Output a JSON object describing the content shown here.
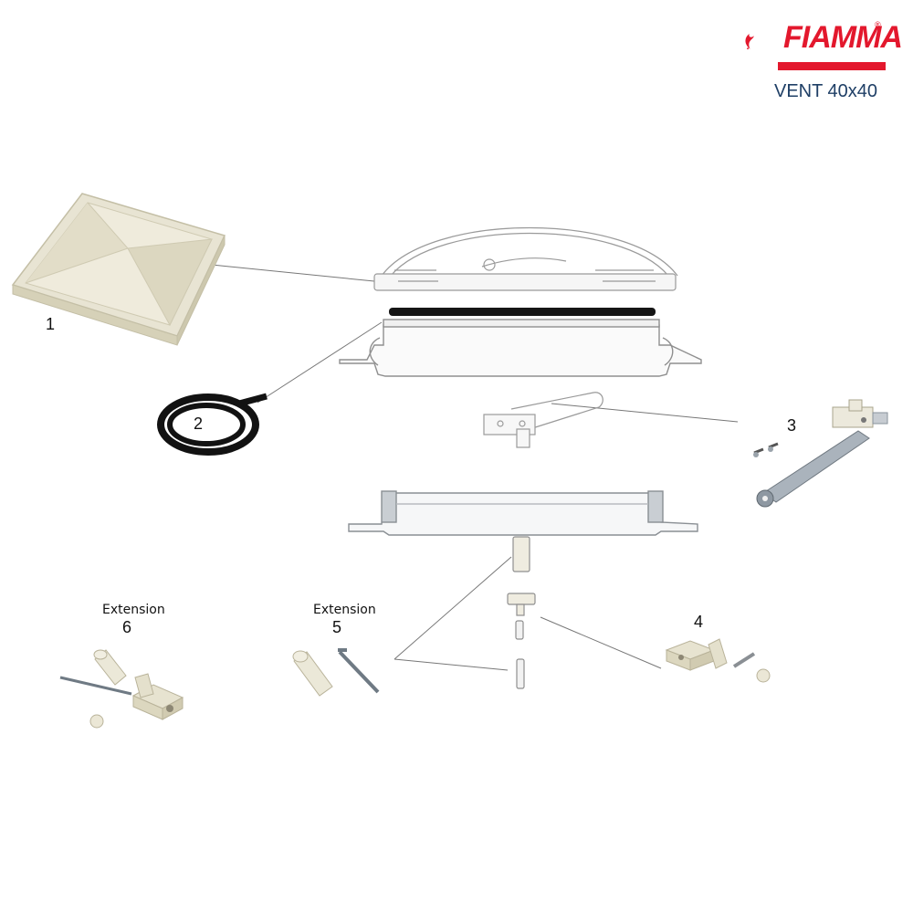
{
  "brand": {
    "name": "FIAMMA",
    "registered_mark": "®",
    "color": "#e3182d"
  },
  "product": {
    "model": "VENT 40x40"
  },
  "parts": [
    {
      "number": "1",
      "icon": "dome-cover-icon"
    },
    {
      "number": "2",
      "icon": "seal-roll-icon"
    },
    {
      "number": "3",
      "icon": "opening-arm-icon"
    },
    {
      "number": "4",
      "icon": "knob-handle-icon"
    },
    {
      "number": "5",
      "caption": "Extension",
      "icon": "extension-rod-icon"
    },
    {
      "number": "6",
      "caption": "Extension",
      "icon": "extension-kit-icon"
    }
  ],
  "colors": {
    "part_fill": "#e9e6d6",
    "part_stroke": "#b9b39a",
    "metal": "#9aa3ab",
    "frame_line": "#8f8f8f",
    "text": "#111111",
    "model_text": "#1f3f66"
  }
}
